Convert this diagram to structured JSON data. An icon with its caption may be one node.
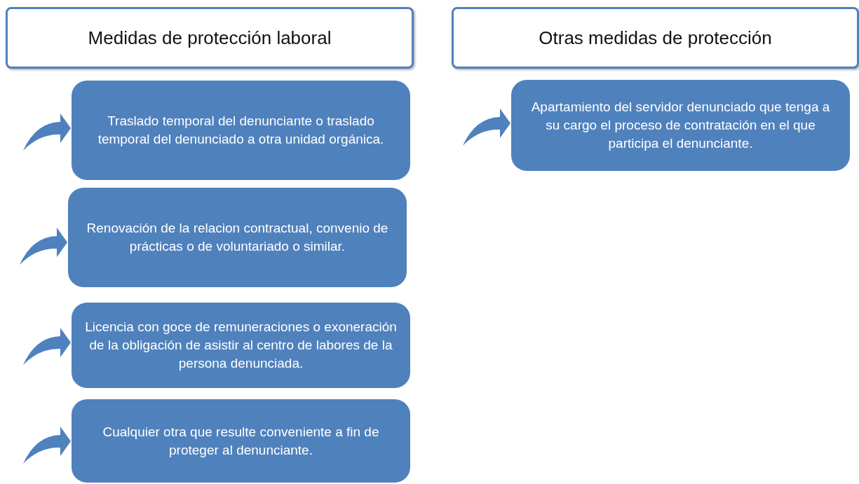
{
  "diagram": {
    "nodes": [
      {
        "text": [
          "Medidas de protección laboral"
        ]
      },
      {
        "text": [
          "Otras medidas de protección"
        ]
      },
      {
        "text": [
          "Traslado temporal del denunciante o traslado temporal del denunciado a otra unidad orgánica."
        ]
      },
      {
        "text": [
          "Renovación de la relacion contractual, convenio de prácticas o de voluntariado o similar."
        ]
      },
      {
        "text": [
          "Licencia con goce de remuneraciones o exoneración de la obligación de asistir al centro de labores de la persona denunciada."
        ]
      },
      {
        "text": [
          "Cualquier otra que resulte conveniente a fin de proteger al denunciante."
        ]
      },
      {
        "text": [
          "Apartamiento del servidor denunciado que tenga a su cargo el proceso de contratación en el que participa el denunciante."
        ]
      }
    ],
    "edges": [
      {
        "from": null,
        "to": 2,
        "arrow": "to"
      },
      {
        "from": null,
        "to": 3,
        "arrow": "to"
      },
      {
        "from": null,
        "to": 4,
        "arrow": "to"
      },
      {
        "from": null,
        "to": 5,
        "arrow": "to"
      },
      {
        "from": null,
        "to": 6,
        "arrow": "to"
      }
    ]
  }
}
